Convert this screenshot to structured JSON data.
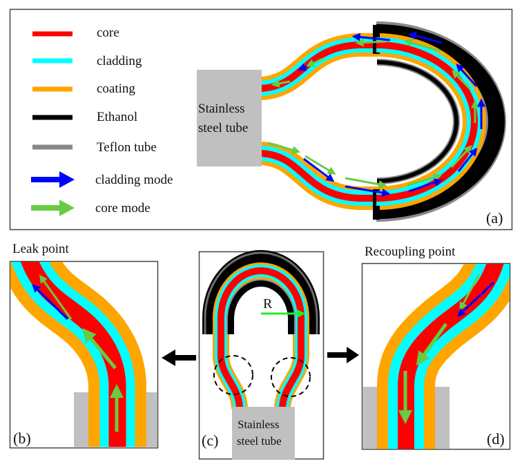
{
  "colors": {
    "core": "#ff0000",
    "cladding": "#00ffff",
    "coating": "#ffa500",
    "ethanol": "#000000",
    "teflon": "#888888",
    "cladding_mode": "#0000ff",
    "core_mode": "#66cc44",
    "radius_arrow": "#22ee22",
    "steel": "#c0c0c0"
  },
  "legend": {
    "items": [
      {
        "label": "core",
        "kind": "line",
        "color_key": "core"
      },
      {
        "label": "cladding",
        "kind": "line",
        "color_key": "cladding"
      },
      {
        "label": "coating",
        "kind": "line",
        "color_key": "coating"
      },
      {
        "label": "Ethanol",
        "kind": "line",
        "color_key": "ethanol"
      },
      {
        "label": "Teflon tube",
        "kind": "line",
        "color_key": "teflon"
      },
      {
        "label": "cladding mode",
        "kind": "arrow",
        "color_key": "cladding_mode"
      },
      {
        "label": "core mode",
        "kind": "arrow",
        "color_key": "core_mode"
      }
    ]
  },
  "panel_a": {
    "label": "(a)",
    "steel_tube_lines": [
      "Stainless",
      "steel tube"
    ]
  },
  "panel_b": {
    "title": "Leak point",
    "label": "(b)"
  },
  "panel_c": {
    "label": "(c)",
    "radius_label": "R",
    "steel_tube_lines": [
      "Stainless",
      "steel tube"
    ]
  },
  "panel_d": {
    "title": "Recoupling point",
    "label": "(d)"
  }
}
